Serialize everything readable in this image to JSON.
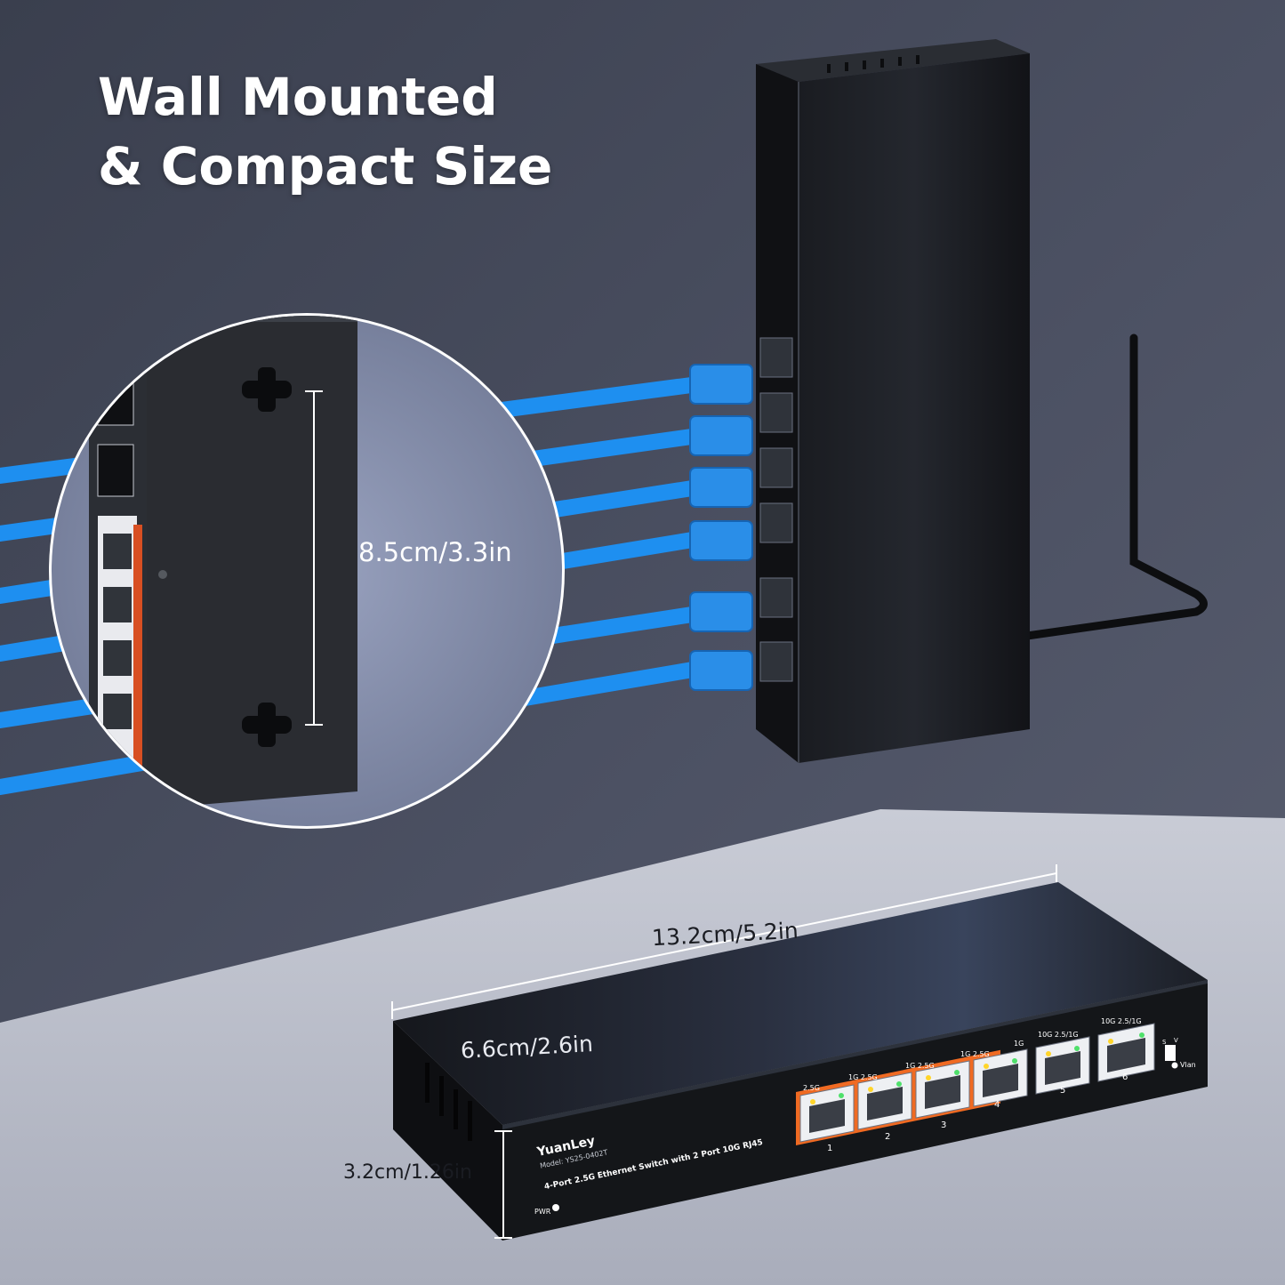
{
  "headline": {
    "line1": "Wall Mounted",
    "line2": "& Compact Size"
  },
  "dimensions": {
    "zoom_height": "8.5cm/3.3in",
    "width": "13.2cm/5.2in",
    "depth": "6.6cm/2.6in",
    "height": "3.2cm/1.26in"
  },
  "device": {
    "brand": "YuanLey",
    "model": "Model: YS25-0402T",
    "description": "4-Port 2.5G Ethernet Switch with 2 Port 10G RJ45",
    "power_label": "PWR",
    "vlan_label": "Vlan",
    "switch_labels": [
      "S",
      "V"
    ],
    "ports": [
      {
        "number": "1",
        "speed": "2.5G"
      },
      {
        "number": "2",
        "speed": "1G 2.5G"
      },
      {
        "number": "3",
        "speed": "1G 2.5G"
      },
      {
        "number": "4",
        "speed": "1G 2.5G"
      },
      {
        "number": "5",
        "speed": "10G 2.5/1G"
      },
      {
        "number": "6",
        "speed": "10G 2.5/1G"
      }
    ],
    "extra_speed_label": "1G"
  },
  "colors": {
    "wall": "#4a4f60",
    "cable": "#1e8ff0",
    "device_body": "#141619",
    "port_strip": "#f06a22"
  }
}
